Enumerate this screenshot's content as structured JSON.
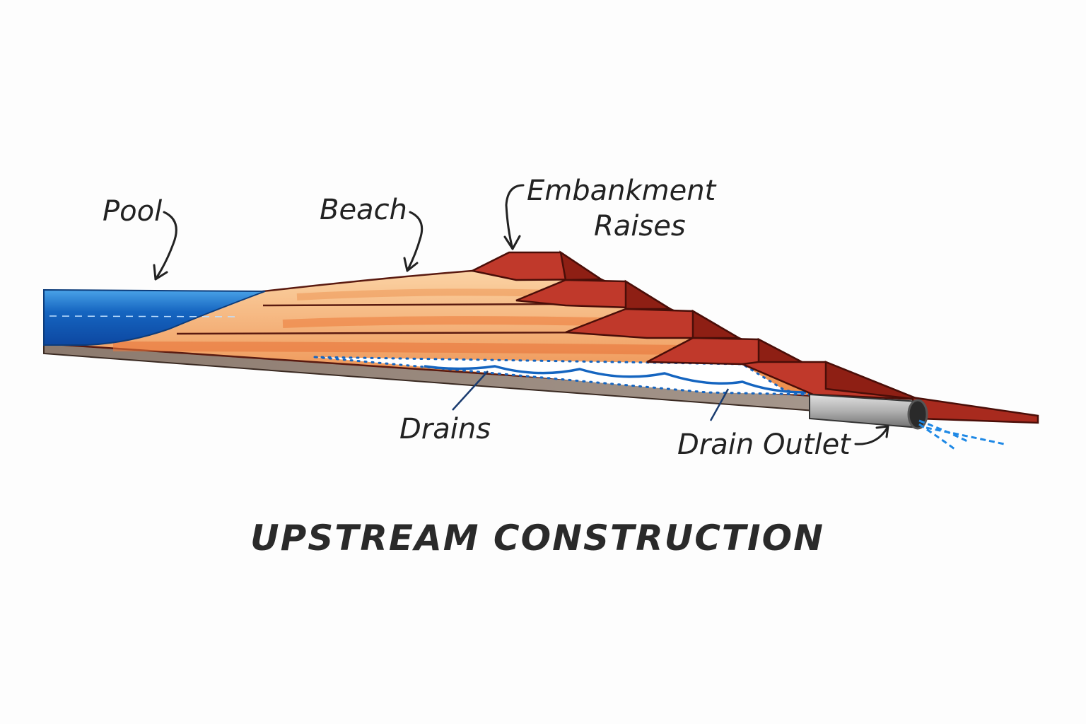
{
  "labels": {
    "pool": "Pool",
    "beach": "Beach",
    "embankment_line1": "Embankment",
    "embankment_line2": "Raises",
    "drains": "Drains",
    "drain_outlet": "Drain Outlet"
  },
  "title": "UPSTREAM CONSTRUCTION",
  "colors": {
    "water": "#1565c0",
    "beach_light": "#f8c690",
    "beach_dark": "#e8743a",
    "embankment": "#c0392b",
    "ground": "#9b8a7c"
  }
}
